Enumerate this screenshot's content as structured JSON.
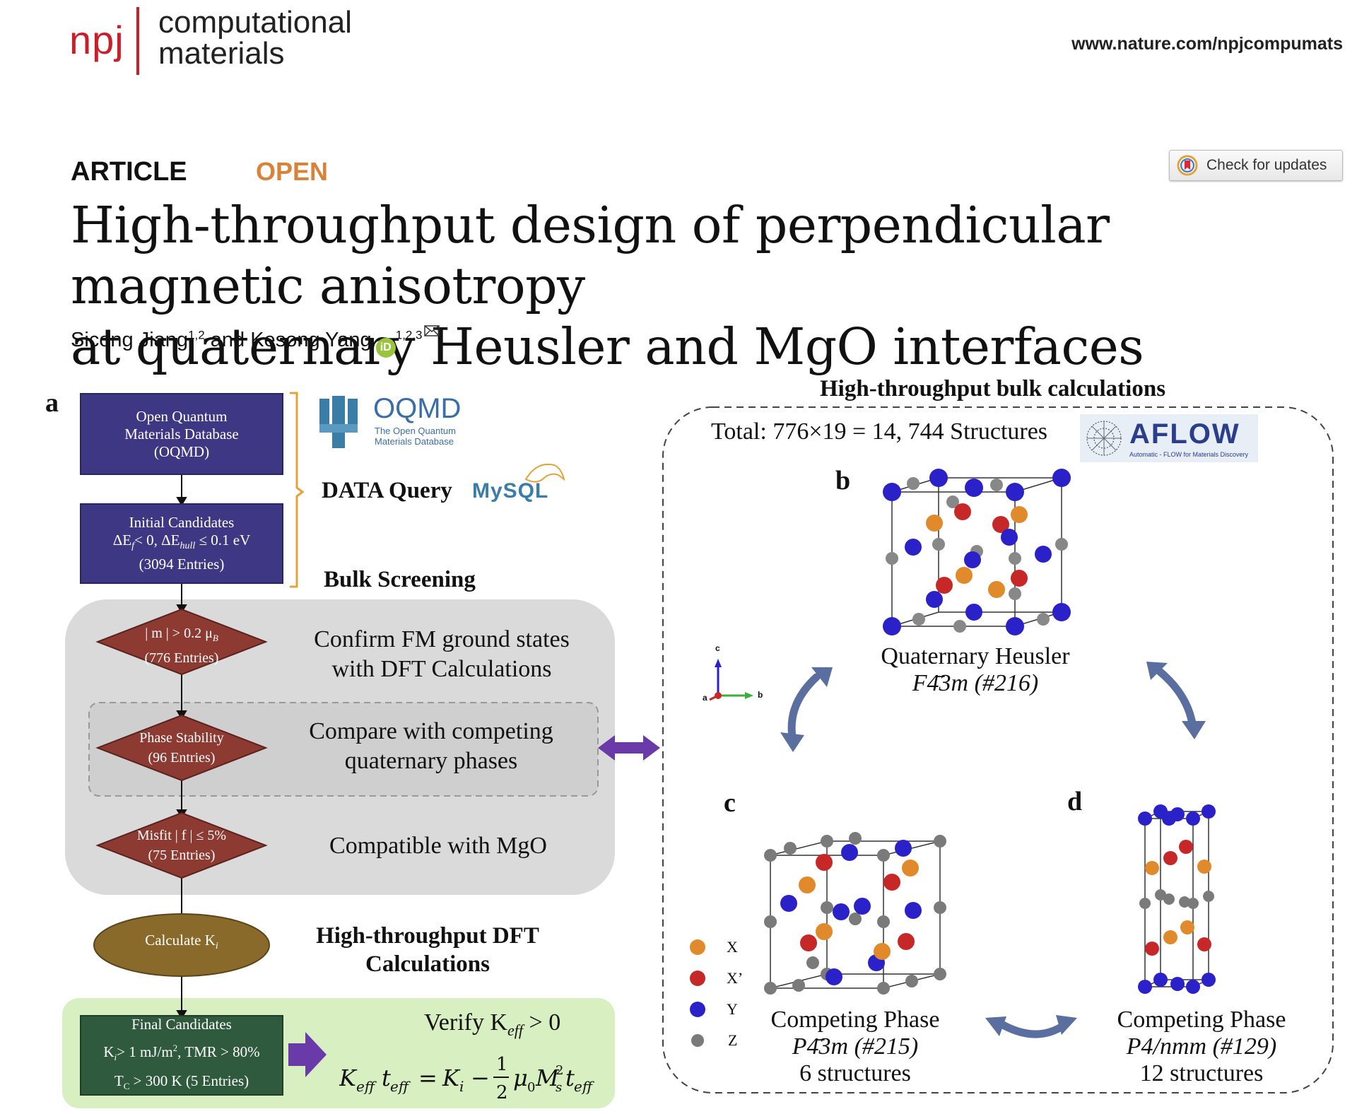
{
  "header": {
    "brand_abbrev": "npj",
    "brand_line1": "computational",
    "brand_line2": "materials",
    "url": "www.nature.com/npjcompumats",
    "article_type": "ARTICLE",
    "access": "OPEN",
    "updates_label": "Check for updates"
  },
  "paper": {
    "title_line1": "High-throughput design of perpendicular magnetic anisotropy",
    "title_line2": "at quaternary Heusler and MgO interfaces",
    "author1": "Sicong Jiang",
    "author1_aff": "1,2",
    "author_join": "and",
    "author2": "Kesong Yang",
    "author2_aff": "1,2,3",
    "orcid_label": "iD"
  },
  "figure": {
    "panel_a": "a",
    "panel_b": "b",
    "panel_c": "c",
    "panel_d": "d",
    "oqmd_box": [
      "Open Quantum",
      "Materials Database",
      "(OQMD)"
    ],
    "initial_box": [
      "Initial Candidates",
      "ΔE",
      "< 0, ΔE",
      "≤ 0.1 eV",
      "(3094 Entries)"
    ],
    "initial_sub_f": "f",
    "initial_sub_hull": "hull",
    "oqmd_logo_big": "OQMD",
    "oqmd_logo_sub1": "The Open Quantum",
    "oqmd_logo_sub2": "Materials Database",
    "data_query": "DATA Query",
    "mysql": "MySQL",
    "bulk_screening": "Bulk Screening",
    "diamond1": [
      "| m | > 0.2 μ",
      "(776 Entries)"
    ],
    "diamond1_sub": "B",
    "diamond2": [
      "Phase Stability",
      "(96 Entries)"
    ],
    "diamond3": [
      "Misfit | f | ≤ 5%",
      "(75 Entries)"
    ],
    "step1": [
      "Confirm FM ground states",
      "with DFT Calculations"
    ],
    "step2": [
      "Compare with competing",
      "quaternary phases"
    ],
    "step3": "Compatible with MgO",
    "calc_oval": "Calculate K",
    "calc_oval_sub": "i",
    "ht_dft": [
      "High-throughput DFT",
      "Calculations"
    ],
    "final_box": [
      "Final Candidates",
      "K",
      "> 1 mJ/m",
      ", TMR > 80%",
      "T",
      "> 300 K (5 Entries)"
    ],
    "final_sub_i": "i",
    "final_sup_2": "2",
    "final_sub_c": "C",
    "verify": "Verify K",
    "verify_sub": "eff",
    "verify_tail": " > 0",
    "equation": "K_eff t_eff = K_i − ½ μ0 Ms² t_eff",
    "ht_bulk_title": "High-throughput bulk calculations",
    "total": "Total: 776×19 = 14, 744 Structures",
    "aflow": "AFLOW",
    "aflow_sub": "Automatic - FLOW for Materials Discovery",
    "heusler": [
      "Quaternary Heusler",
      "F4̄3m (#216)"
    ],
    "comp215": [
      "Competing Phase",
      "P4̄3m (#215)",
      "6 structures"
    ],
    "comp129": [
      "Competing Phase",
      "P4/nmm (#129)",
      "12 structures"
    ],
    "legend": [
      "X",
      "X’",
      "Y",
      "Z"
    ],
    "axes": [
      "c",
      "a",
      "b"
    ],
    "colors": {
      "X": "#e08a2c",
      "X_prime": "#c62828",
      "Y": "#2a22c8",
      "Z": "#7a7a7a",
      "flow_box": "#3d3784",
      "diamond": "#8c3a32",
      "oval": "#8a6a2a",
      "arrow_purple": "#6a3aa8",
      "arrow_slate": "#5a6ea0",
      "gray_panel": "#dadada",
      "green_panel": "#d8efc2"
    }
  }
}
